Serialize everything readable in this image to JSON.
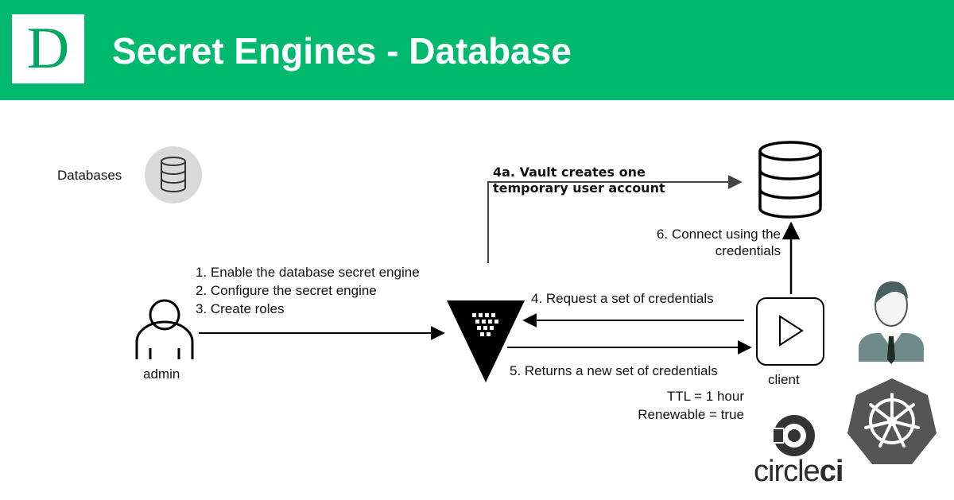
{
  "header": {
    "logo_letter": "D",
    "title": "Secret Engines - Database",
    "background_color": "#00b96f"
  },
  "legend": {
    "label": "Databases"
  },
  "actors": {
    "admin_label": "admin",
    "client_label": "client"
  },
  "steps": {
    "admin_steps": [
      "1. Enable the database secret engine",
      "2. Configure the secret engine",
      "3. Create roles"
    ],
    "vault_creates_line1": "4a. Vault creates one",
    "vault_creates_line2": "temporary user account",
    "connect_line1": "6. Connect using the",
    "connect_line2": "credentials",
    "request": "4. Request a set of credentials",
    "returns": "5. Returns a new set of credentials",
    "ttl": "TTL = 1 hour",
    "renewable": "Renewable =  true"
  },
  "logos": {
    "circleci_part1": "circle",
    "circleci_part2": "ci",
    "icons": [
      "vault-icon",
      "database-icon",
      "user-avatar-icon",
      "kubernetes-icon",
      "circleci-icon",
      "play-icon"
    ]
  }
}
